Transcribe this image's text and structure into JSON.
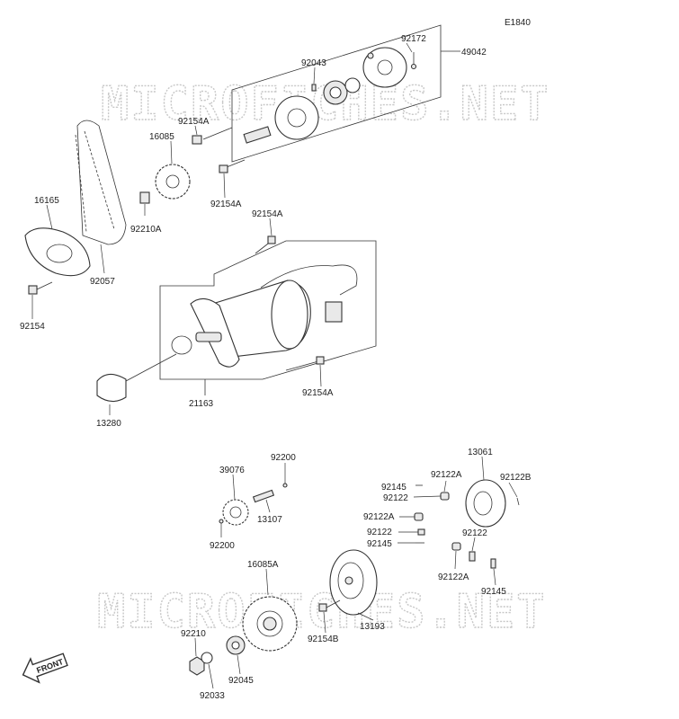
{
  "diagram_code": "E1840",
  "watermark": "MICROFICHES.NET",
  "front_label": "FRONT",
  "parts": [
    {
      "id": "p49042",
      "label": "49042"
    },
    {
      "id": "p92172",
      "label": "92172"
    },
    {
      "id": "p92043",
      "label": "92043"
    },
    {
      "id": "p92154A_1",
      "label": "92154A"
    },
    {
      "id": "p16085",
      "label": "16085"
    },
    {
      "id": "p16165",
      "label": "16165"
    },
    {
      "id": "p92210A",
      "label": "92210A"
    },
    {
      "id": "p92154A_2",
      "label": "92154A"
    },
    {
      "id": "p92154A_3",
      "label": "92154A"
    },
    {
      "id": "p92057",
      "label": "92057"
    },
    {
      "id": "p92154",
      "label": "92154"
    },
    {
      "id": "p21163",
      "label": "21163"
    },
    {
      "id": "p92154A_4",
      "label": "92154A"
    },
    {
      "id": "p13280",
      "label": "13280"
    },
    {
      "id": "p92200_1",
      "label": "92200"
    },
    {
      "id": "p39076",
      "label": "39076"
    },
    {
      "id": "p13107",
      "label": "13107"
    },
    {
      "id": "p92200_2",
      "label": "92200"
    },
    {
      "id": "p13061",
      "label": "13061"
    },
    {
      "id": "p92145_1",
      "label": "92145"
    },
    {
      "id": "p92122A_1",
      "label": "92122A"
    },
    {
      "id": "p92122B",
      "label": "92122B"
    },
    {
      "id": "p92122_1",
      "label": "92122"
    },
    {
      "id": "p92122A_2",
      "label": "92122A"
    },
    {
      "id": "p92122_2",
      "label": "92122"
    },
    {
      "id": "p92122_3",
      "label": "92122"
    },
    {
      "id": "p92145_2",
      "label": "92145"
    },
    {
      "id": "p92122A_3",
      "label": "92122A"
    },
    {
      "id": "p92145_3",
      "label": "92145"
    },
    {
      "id": "p16085A",
      "label": "16085A"
    },
    {
      "id": "p13193",
      "label": "13193"
    },
    {
      "id": "p92154B",
      "label": "92154B"
    },
    {
      "id": "p92210",
      "label": "92210"
    },
    {
      "id": "p92045",
      "label": "92045"
    },
    {
      "id": "p92033",
      "label": "92033"
    }
  ]
}
